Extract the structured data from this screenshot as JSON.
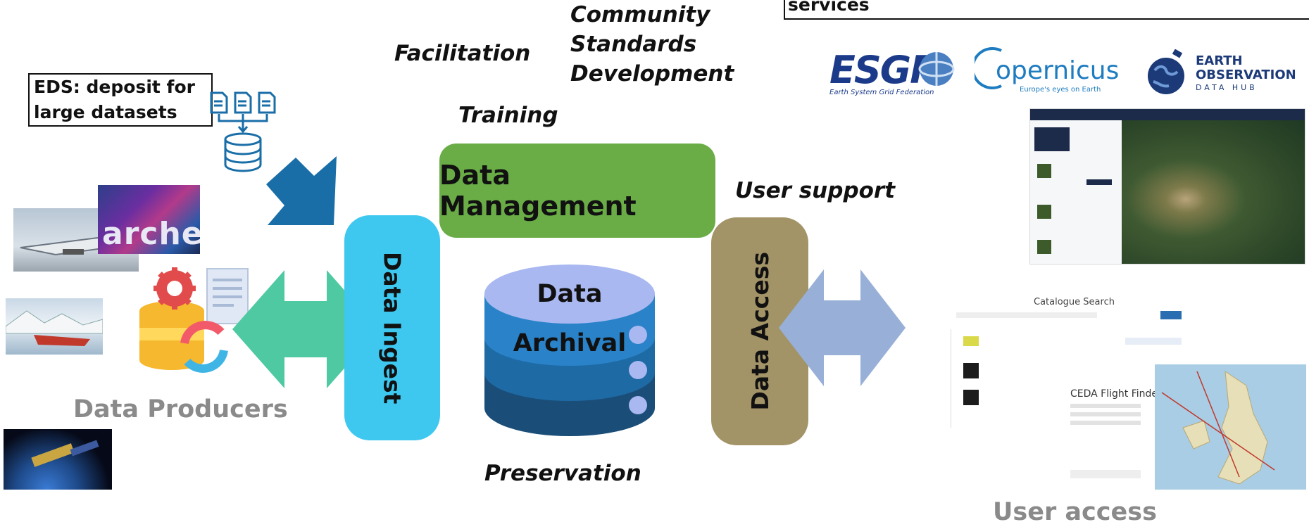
{
  "labels": {
    "facilitation": "Facilitation",
    "community_line1": "Community",
    "community_line2": "Standards",
    "community_line3": "Development",
    "training": "Training",
    "user_support": "User support",
    "preservation": "Preservation",
    "data_producers": "Data Producers",
    "user_access": "User access",
    "services": "services",
    "eds_line1": "EDS: deposit for",
    "eds_line2": "large datasets"
  },
  "boxes": {
    "data_management": "Data Management",
    "data_ingest": "Data Ingest",
    "data_access": "Data Access",
    "archival_line1": "Data",
    "archival_line2": "Archival"
  },
  "logos": {
    "esgf": "ESGF",
    "esgf_sub": "Earth System Grid Federation",
    "copernicus": "opernicus",
    "copernicus_sub": "Europe's eyes on Earth",
    "eo_line1": "EARTH",
    "eo_line2": "OBSERVATION",
    "eo_line3": "DATA HUB"
  },
  "screens": {
    "catalogue_title": "Catalogue Search",
    "flight_finder": "CEDA Flight Finder",
    "archer": "archer"
  },
  "colors": {
    "management_green": "#6aad47",
    "ingest_cyan": "#3ec8f0",
    "access_tan": "#a39468",
    "ingest_arrow": "#4ec9a2",
    "access_arrow": "#98b0d8",
    "deposit_arrow": "#1a6ea8",
    "cyl_top": "#a9b8f0",
    "cyl_light": "#2a82c8",
    "cyl_mid": "#1e6aa5",
    "cyl_dark": "#1a4e78"
  }
}
